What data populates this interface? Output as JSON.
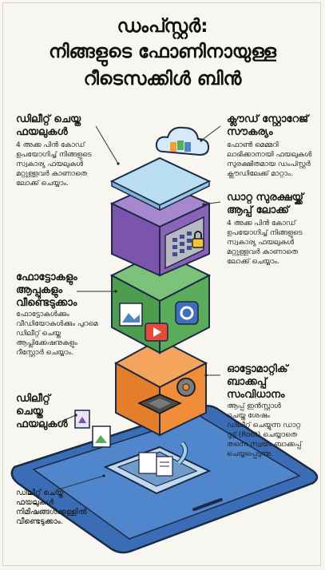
{
  "title": {
    "line1": "ഡംപ്സ്റ്റർ:",
    "line2": "നിങ്ങളുടെ ഫോണിനായുള്ള",
    "line3": "റീടെസക്കിൾ ബിൻ"
  },
  "callouts": {
    "deleted_top": {
      "label": [
        "ഡിലീറ്റ് ചെയ്ത",
        "ഫയലുകൾ"
      ],
      "desc": [
        "4 അക്ക പിൻ കോഡ്",
        "ഉപയോഗിച്ച് നിങ്ങളുടെ",
        "സ്വകാര്യ ഫയലുകൾ",
        "മറ്റുള്ളവർ കാണാതെ",
        "ലോക്ക് ചെയ്യാം."
      ]
    },
    "cloud": {
      "label": [
        "ക്ലൗഡ് സ്റ്റോറേജ്",
        "സൗകര്യം"
      ],
      "desc": [
        "ഫോൺ മെമ്മറി",
        "ലാഭിക്കാനായി ഫയലുകൾ",
        "സുരക്ഷിതമായ ഡംപ്സ്റ്റർ",
        "ക്ലൗഡിലേക്ക് മാറ്റാം."
      ]
    },
    "lock": {
      "label": [
        "ഡാറ്റ സുരക്ഷയ്ക്ക്",
        "ആപ്പ് ലോക്ക്"
      ],
      "desc": [
        "4 അക്ക പിൻ കോഡ്",
        "ഉപയോഗിച്ച് നിങ്ങളുടെ",
        "സ്വകാര്യ ഫയലുകൾ",
        "മറ്റുള്ളവർ കാണാതെ",
        "ലോക്ക് ചെയ്യാം."
      ]
    },
    "photos": {
      "label": [
        "ഫോട്ടോകളും",
        "ആപ്പുകളും",
        "വീണ്ടെടുക്കാം"
      ],
      "desc": [
        "ഫോട്ടോകൾക്കും",
        "വീഡിയോകൾക്കും പുറമെ",
        "ഡിലീറ്റ് ചെയ്ത",
        "ആപ്ലിക്കേഷനുകളും",
        "റീസ്റ്റോർ ചെയ്യാം."
      ]
    },
    "backup": {
      "label": [
        "ഓട്ടോമാറ്റിക്",
        "ബാക്കപ്പ്",
        "സംവിധാനം"
      ],
      "desc": [
        "ആപ്പ് ഇൻസ്റ്റാൾ",
        "ചെയ്ത ശേഷം",
        "ഡിലീറ്റ് ചെയ്യുന്ന ഡാറ്റ",
        "റൂട്ട് (Root) ചെയ്യാതെ",
        "തന്നെ സ്വയം ബാക്കപ്പ്",
        "ചെയ്യപ്പെടുന്നു."
      ]
    },
    "deleted_mid": {
      "label": [
        "ഡിലീറ്റ്",
        "ചെയ്ത",
        "ഫയലുകൾ"
      ]
    },
    "restore": {
      "desc": [
        "ഡിലീറ്റ് ചെയ്ത",
        "ഫയലുകൾ",
        "നിമിഷങ്ങൾക്കുള്ളിൽ",
        "വീണ്ടെടുക്കാം."
      ]
    }
  },
  "colors": {
    "background": "#f8f6f0",
    "lid": "#a9d4ec",
    "safe": "#8a63b8",
    "media": "#5aab5a",
    "backup": "#f08d3b",
    "phone": "#3b6fb8",
    "cloud": "#cfe3f3"
  },
  "icons": [
    "cloud-icon",
    "keypad-icon",
    "padlock-icon",
    "image-icon",
    "video-icon",
    "gear-icon",
    "chip-icon",
    "document-icon",
    "arrow-icon"
  ]
}
